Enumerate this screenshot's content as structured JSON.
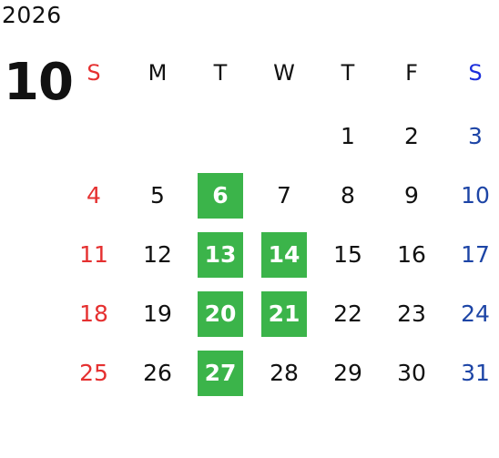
{
  "calendar": {
    "year": "2026",
    "month": "10",
    "weekdays": [
      "S",
      "M",
      "T",
      "W",
      "T",
      "F",
      "S"
    ],
    "weeks": [
      [
        "",
        "",
        "",
        "",
        "1",
        "2",
        "3"
      ],
      [
        "4",
        "5",
        "6",
        "7",
        "8",
        "9",
        "10"
      ],
      [
        "11",
        "12",
        "13",
        "14",
        "15",
        "16",
        "17"
      ],
      [
        "18",
        "19",
        "20",
        "21",
        "22",
        "23",
        "24"
      ],
      [
        "25",
        "26",
        "27",
        "28",
        "29",
        "30",
        "31"
      ]
    ],
    "highlighted_days": [
      "6",
      "13",
      "14",
      "20",
      "21",
      "27"
    ],
    "colors": {
      "sunday": "#e53030",
      "saturday": "#1d45a6",
      "highlight_background": "#3bb44a",
      "highlight_text": "#ffffff",
      "default_text": "#111111"
    }
  }
}
